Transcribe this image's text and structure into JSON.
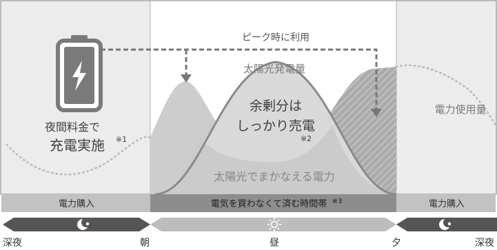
{
  "peak_label": "ピーク時に利用",
  "solar_generation_label": "太陽光発電量",
  "surplus": {
    "line1": "余剰分は",
    "line2": "しっかり売電",
    "note": "※2"
  },
  "solar_covered_label": "太陽光でまかなえる電力",
  "usage_label": "電力使用量",
  "night_charge": {
    "line1": "夜間料金で",
    "line2": "充電実施",
    "note": "※1"
  },
  "bands": {
    "left": "電力購入",
    "middle": "電気を買わなくて済む時間帯",
    "middle_note": "※3",
    "right": "電力購入"
  },
  "times": {
    "late_night_left": "深夜",
    "morning": "朝",
    "noon": "昼",
    "evening": "夕",
    "late_night_right": "深夜"
  },
  "icons": [
    "battery-icon",
    "lightning-icon",
    "moon-icon",
    "sun-icon"
  ],
  "colors": {
    "night_bg": "#ececec",
    "day_bg": "#ffffff",
    "band_dark": "#8d8d8d",
    "band_light": "#c2c2c2",
    "curve": "#8a8a8a",
    "text_dark": "#404040",
    "text_light": "#8a8a8a"
  }
}
